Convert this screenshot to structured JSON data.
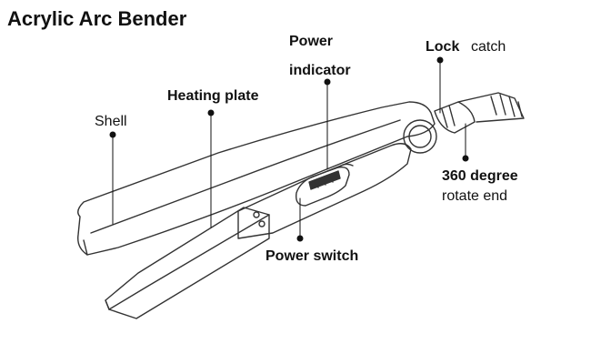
{
  "title": "Acrylic Arc Bender",
  "labels": {
    "shell": "Shell",
    "heating_plate": "Heating plate",
    "power_indicator_line1": "Power",
    "power_indicator_line2": "indicator",
    "lock_catch_word1": "Lock",
    "lock_catch_word2": "catch",
    "rotate_line1": "360 degree",
    "rotate_line2": "rotate end",
    "power_switch": "Power switch"
  }
}
